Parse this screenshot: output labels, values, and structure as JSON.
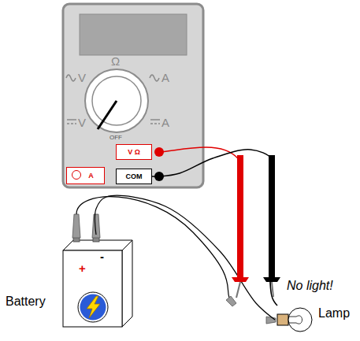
{
  "diagram": {
    "nodes": [
      {
        "text": [
          "Ω",
          "V",
          "A",
          "V",
          "A",
          "OFF"
        ]
      },
      {
        "text": [
          "V Ω"
        ],
        "in": 0
      },
      {
        "text": [
          "A"
        ],
        "in": 0
      },
      {
        "text": [
          "COM"
        ],
        "in": 0
      },
      {
        "text": [
          "Battery",
          "+",
          "-"
        ]
      },
      {
        "text": [
          "Lamp"
        ]
      }
    ],
    "edges": [
      {
        "from": 3,
        "to": 5,
        "arrow": "none"
      },
      {
        "from": 4,
        "to": 5,
        "arrow": "none"
      }
    ],
    "labels": [
      "No light!"
    ]
  }
}
